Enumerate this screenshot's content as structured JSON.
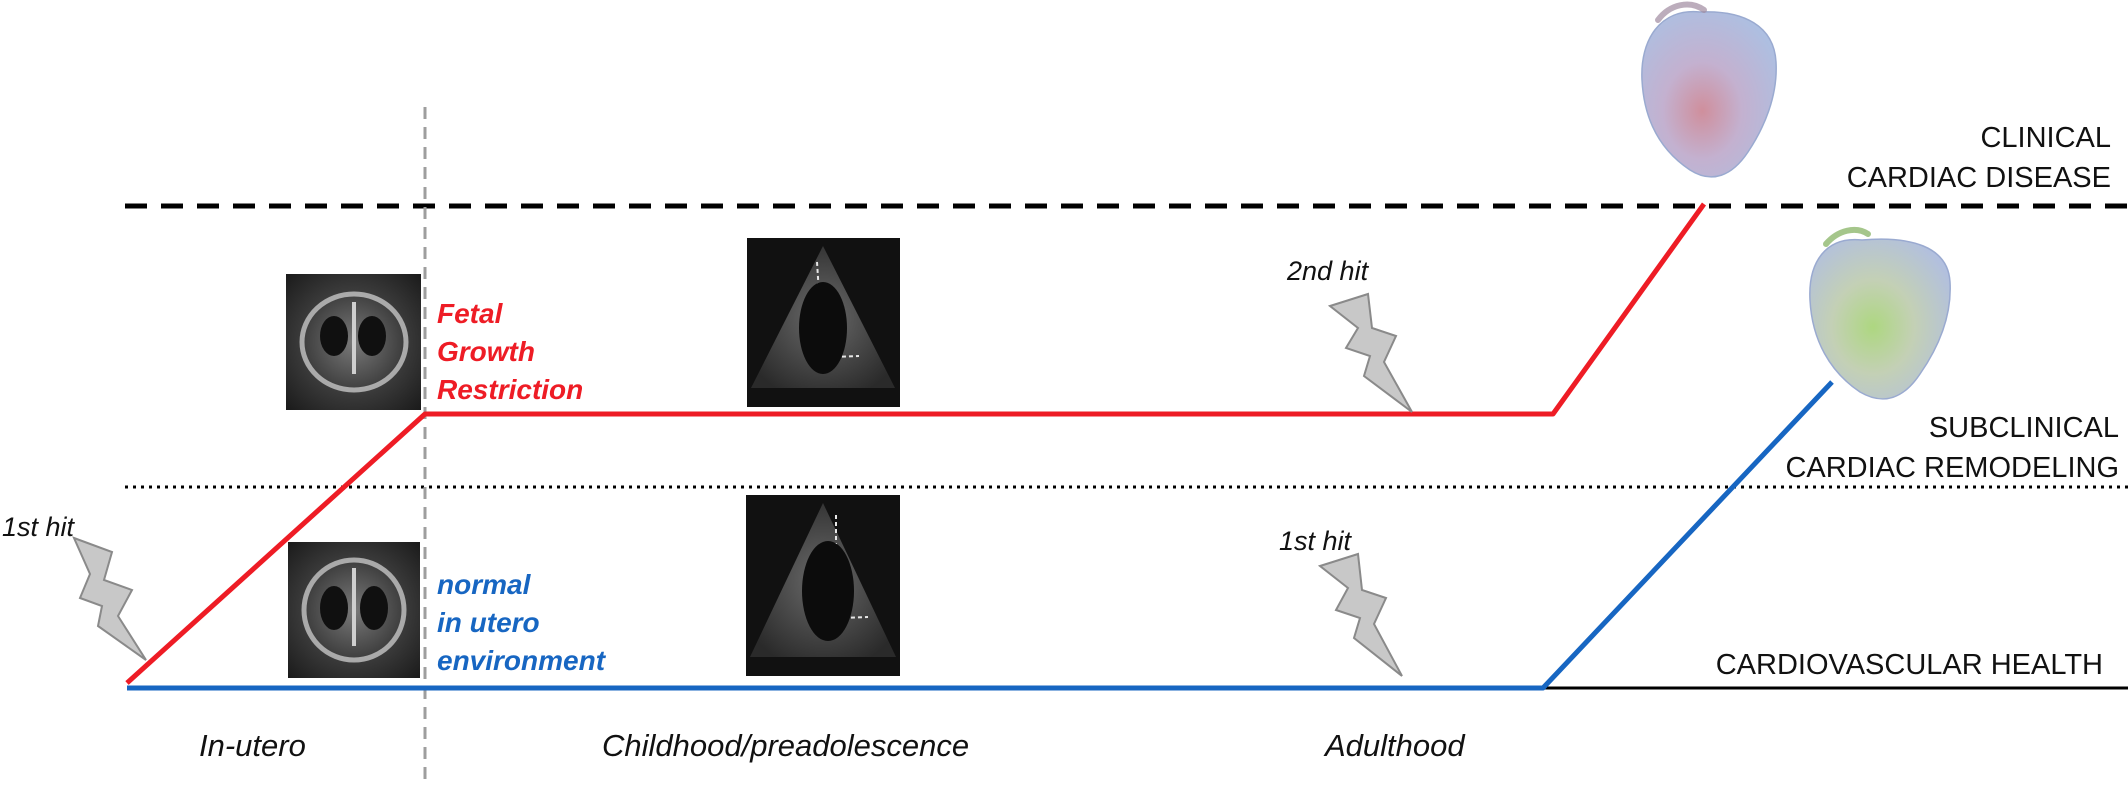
{
  "levels": {
    "clinical": [
      "CLINICAL",
      "CARDIAC DISEASE"
    ],
    "subclinical": [
      "SUBCLINICAL",
      "CARDIAC REMODELING"
    ],
    "health": "CARDIOVASCULAR HEALTH"
  },
  "periods": [
    "In-utero",
    "Childhood/preadolescence",
    "Adulthood"
  ],
  "hits": {
    "first_hit_left": "1st hit",
    "second_hit": "2nd hit",
    "first_hit_right": "1st hit"
  },
  "pathways": {
    "fgr": [
      "Fetal",
      "Growth",
      "Restriction"
    ],
    "normal": [
      "normal",
      "in utero",
      "environment"
    ]
  },
  "colors": {
    "fgr": "#ee1c25",
    "normal": "#1766c2",
    "threshold": "#000000",
    "divider": "#9e9e9e",
    "lightning": "#c8c8c8"
  },
  "icons": {
    "lightning": "lightning-bolt-icon",
    "echo": "ultrasound-image",
    "heart": "3d-heart-model"
  }
}
